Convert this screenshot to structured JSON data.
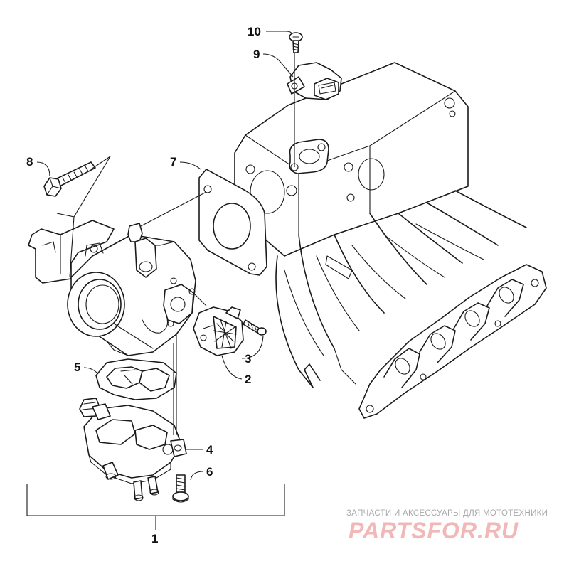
{
  "callouts": {
    "c1": "1",
    "c2": "2",
    "c3": "3",
    "c4": "4",
    "c5": "5",
    "c6": "6",
    "c7": "7",
    "c8": "8",
    "c9": "9",
    "c10": "10"
  },
  "watermark": {
    "tagline": "ЗАПЧАСТИ И АКСЕССУАРЫ ДЛЯ МОТОТЕХНИКИ",
    "logo": "PARTSFOR.RU"
  },
  "colors": {
    "line": "#1a1a1a",
    "watermark_text": "#a9a9a9",
    "watermark_logo": "#f2b7b7"
  }
}
